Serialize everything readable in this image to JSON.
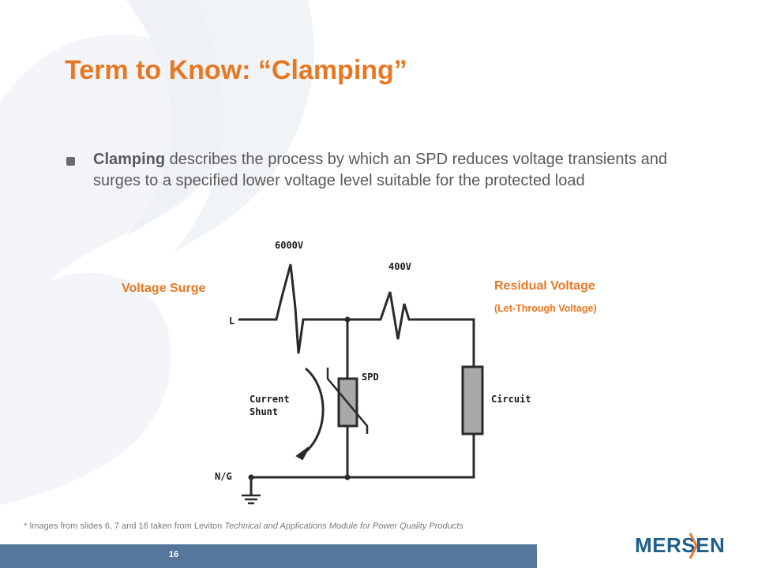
{
  "slide": {
    "title": "Term to Know: “Clamping”",
    "bullet_bold": "Clamping",
    "bullet_rest": " describes the process by which an SPD reduces voltage transients and surges to a specified lower voltage level suitable for the protected load",
    "labels": {
      "voltage_surge": "Voltage Surge",
      "residual_voltage": "Residual Voltage",
      "let_through": "(Let-Through Voltage)"
    },
    "diagram": {
      "peak_6000": "6000V",
      "peak_400": "400V",
      "line": "L",
      "neutral_ground": "N/G",
      "spd": "SPD",
      "current": "Current",
      "shunt": "Shunt",
      "circuit": "Circuit"
    },
    "footnote_prefix": "* Images from slides 6, 7 and 16 taken from Leviton ",
    "footnote_italic": "Technical and Applications Module for Power Quality Products",
    "page_number": "16",
    "logo_text": "MERSEN"
  },
  "colors": {
    "accent": "#e87722",
    "text": "#595959",
    "footer": "#55779b",
    "logo_blue": "#1f5f8b"
  }
}
